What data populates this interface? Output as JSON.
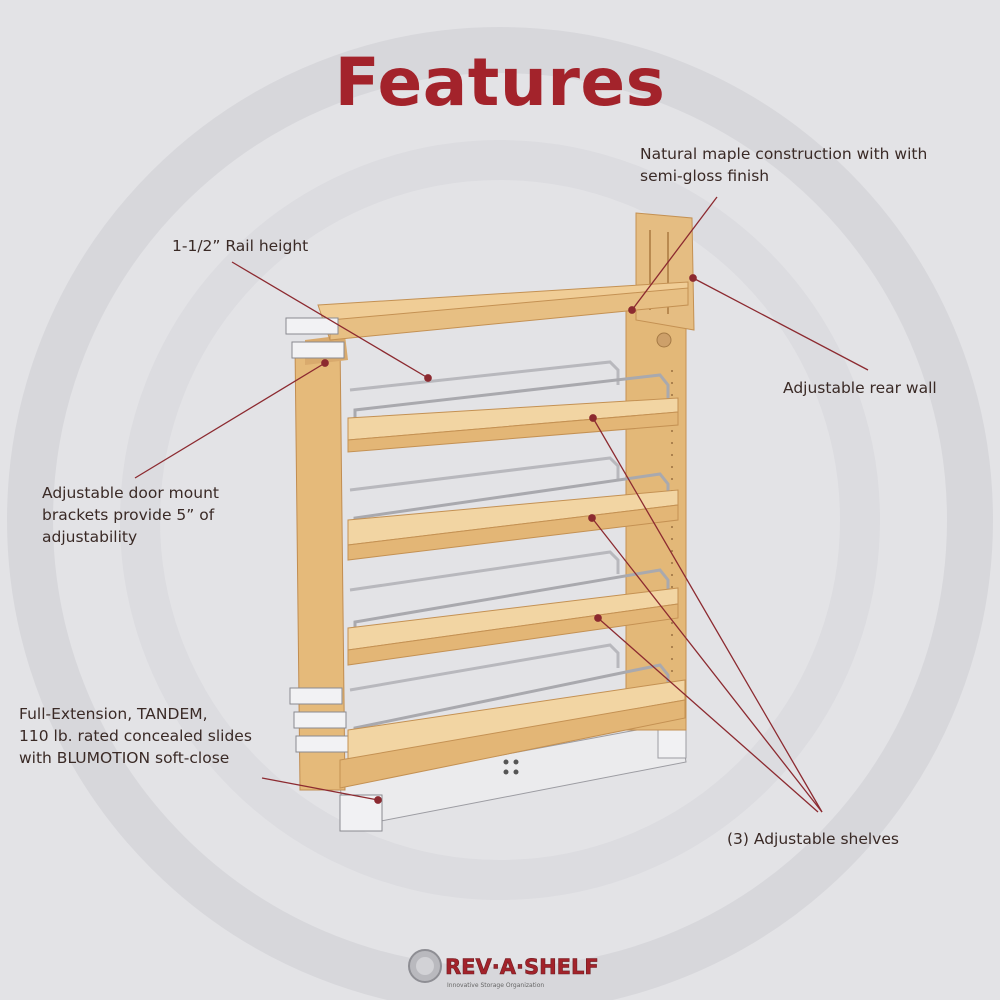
{
  "title": "Features",
  "colors": {
    "accent": "#a3232b",
    "text": "#3a2a26",
    "leader_line": "#8c2a30",
    "background": "#e3e3e6",
    "maple": "#e7c085"
  },
  "callouts": {
    "maple": [
      "Natural maple construction with with",
      "semi-gloss finish"
    ],
    "rail": "1-1/2” Rail height",
    "rear_wall": "Adjustable rear wall",
    "door_mount": [
      "Adjustable door mount",
      "brackets provide 5” of",
      "adjustability"
    ],
    "slides": [
      "Full-Extension, TANDEM,",
      "110 lb. rated concealed slides",
      "with BLUMOTION soft-close"
    ],
    "shelves": "(3) Adjustable shelves"
  },
  "brand": {
    "logo_text": "REV·A·SHELF",
    "tagline": "Innovative Storage Organization"
  }
}
